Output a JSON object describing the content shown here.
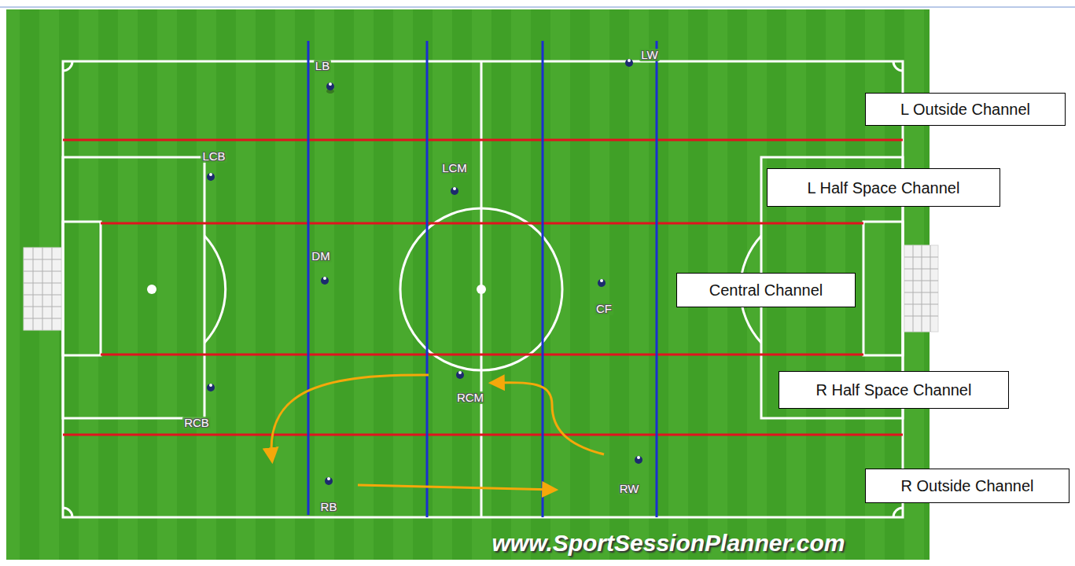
{
  "diagram": {
    "nodes": [
      {
        "text": [
          "L Outside Channel"
        ]
      },
      {
        "text": [
          "L Half Space Channel"
        ]
      },
      {
        "text": [
          "Central Channel"
        ]
      },
      {
        "text": [
          "R Half Space Channel"
        ]
      },
      {
        "text": [
          "R Outside Channel"
        ]
      }
    ],
    "labels": [
      "LB",
      "LW",
      "LCB",
      "LCM",
      "DM",
      "CF",
      "RCB",
      "RCM",
      "RB",
      "RW",
      "www.SportSessionPlanner.com"
    ]
  }
}
